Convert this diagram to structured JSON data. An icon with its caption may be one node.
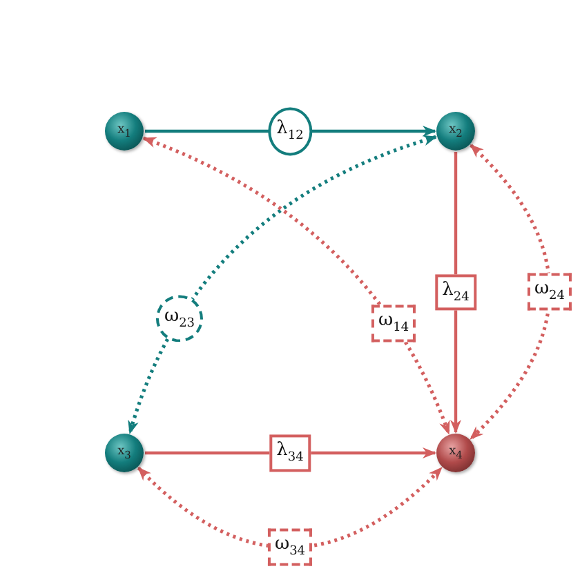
{
  "diagram": {
    "nodes": [
      {
        "text": [
          "x$_{1}$"
        ]
      },
      {
        "text": [
          "x$_{2}$"
        ]
      },
      {
        "text": [
          "x$_{3}$"
        ]
      },
      {
        "text": [
          "x$_{4}$"
        ]
      }
    ],
    "edges": [
      {
        "from": 0,
        "to": 1,
        "arrow": "to",
        "label": "λ$_{12}$",
        "color": "#137d7d"
      },
      {
        "from": 1,
        "to": 3,
        "arrow": "to",
        "label": "λ$_{24}$"
      },
      {
        "from": 2,
        "to": 3,
        "arrow": "to",
        "label": "λ$_{34}$"
      },
      {
        "from": 1,
        "to": 2,
        "arrow": "both",
        "label": "ω$_{23}$",
        "style": "dashed",
        "color": "#137d7d"
      },
      {
        "from": 0,
        "to": 3,
        "arrow": "both",
        "label": "ω$_{14}$",
        "style": "dashed"
      },
      {
        "from": 1,
        "to": 3,
        "arrow": "both",
        "label": "ω$_{24}$",
        "style": "dashed"
      },
      {
        "from": 2,
        "to": 3,
        "arrow": "both",
        "label": "ω$_{34}$",
        "style": "dashed"
      }
    ]
  }
}
